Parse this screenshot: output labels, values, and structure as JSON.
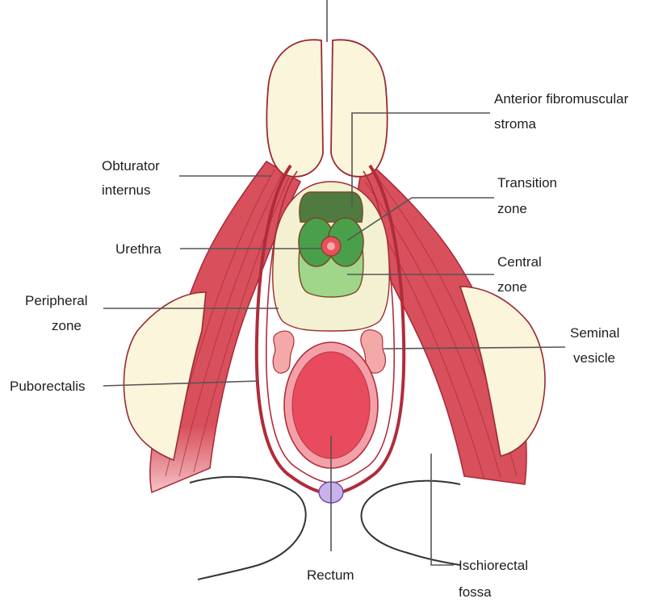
{
  "labels": {
    "anterior_fibromuscular_stroma": [
      "Anterior fibromuscular",
      "stroma"
    ],
    "obturator_internus": [
      "Obturator",
      "internus"
    ],
    "transition_zone": [
      "Transition",
      "zone"
    ],
    "urethra": [
      "Urethra"
    ],
    "central_zone": [
      "Central",
      "zone"
    ],
    "peripheral_zone": [
      "Peripheral",
      "zone"
    ],
    "seminal_vesicle": [
      "Seminal",
      "vesicle"
    ],
    "puborectalis": [
      "Puborectalis"
    ],
    "rectum": [
      "Rectum"
    ],
    "ischiorectal_fossa": [
      "Ischiorectal",
      "fossa"
    ]
  },
  "colors": {
    "muscle": "#d8505c",
    "muscle_dark": "#a82838",
    "fat": "#fbf5dc",
    "outline": "#9a2a32",
    "peripheral_zone": "#f3f1d2",
    "central_zone": "#9fd68a",
    "transition_zone": "#4aa04a",
    "stroma": "#4f7a40",
    "urethra": "#e8505a",
    "rectum": "#e84a5e",
    "rectum_wall": "#f3a0a8",
    "seminal_vesicle": "#f3a9a8",
    "coccyx": "#c9b2ec"
  }
}
